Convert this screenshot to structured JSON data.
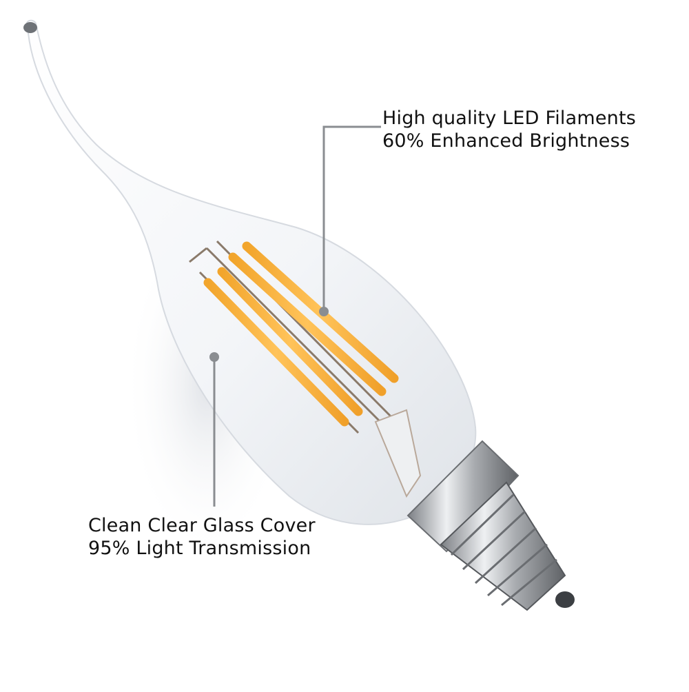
{
  "product": {
    "type": "LED filament candle bulb with bent tip",
    "filament_count": 4,
    "base": "screw base (candelabra)",
    "colors": {
      "background": "#ffffff",
      "glass": "#f4f6f9",
      "glass_shadow": "#d9dde3",
      "filament": "#f7b13c",
      "filament_highlight": "#ffd27a",
      "metal_base": "#b9bcc0",
      "callout_line": "#8a8d91",
      "text": "#111111"
    }
  },
  "callouts": [
    {
      "id": "filaments",
      "line1": "High quality LED Filaments",
      "line2": "60% Enhanced Brightness"
    },
    {
      "id": "glass",
      "line1": "Clean Clear Glass Cover",
      "line2": "95% Light Transmission"
    }
  ]
}
